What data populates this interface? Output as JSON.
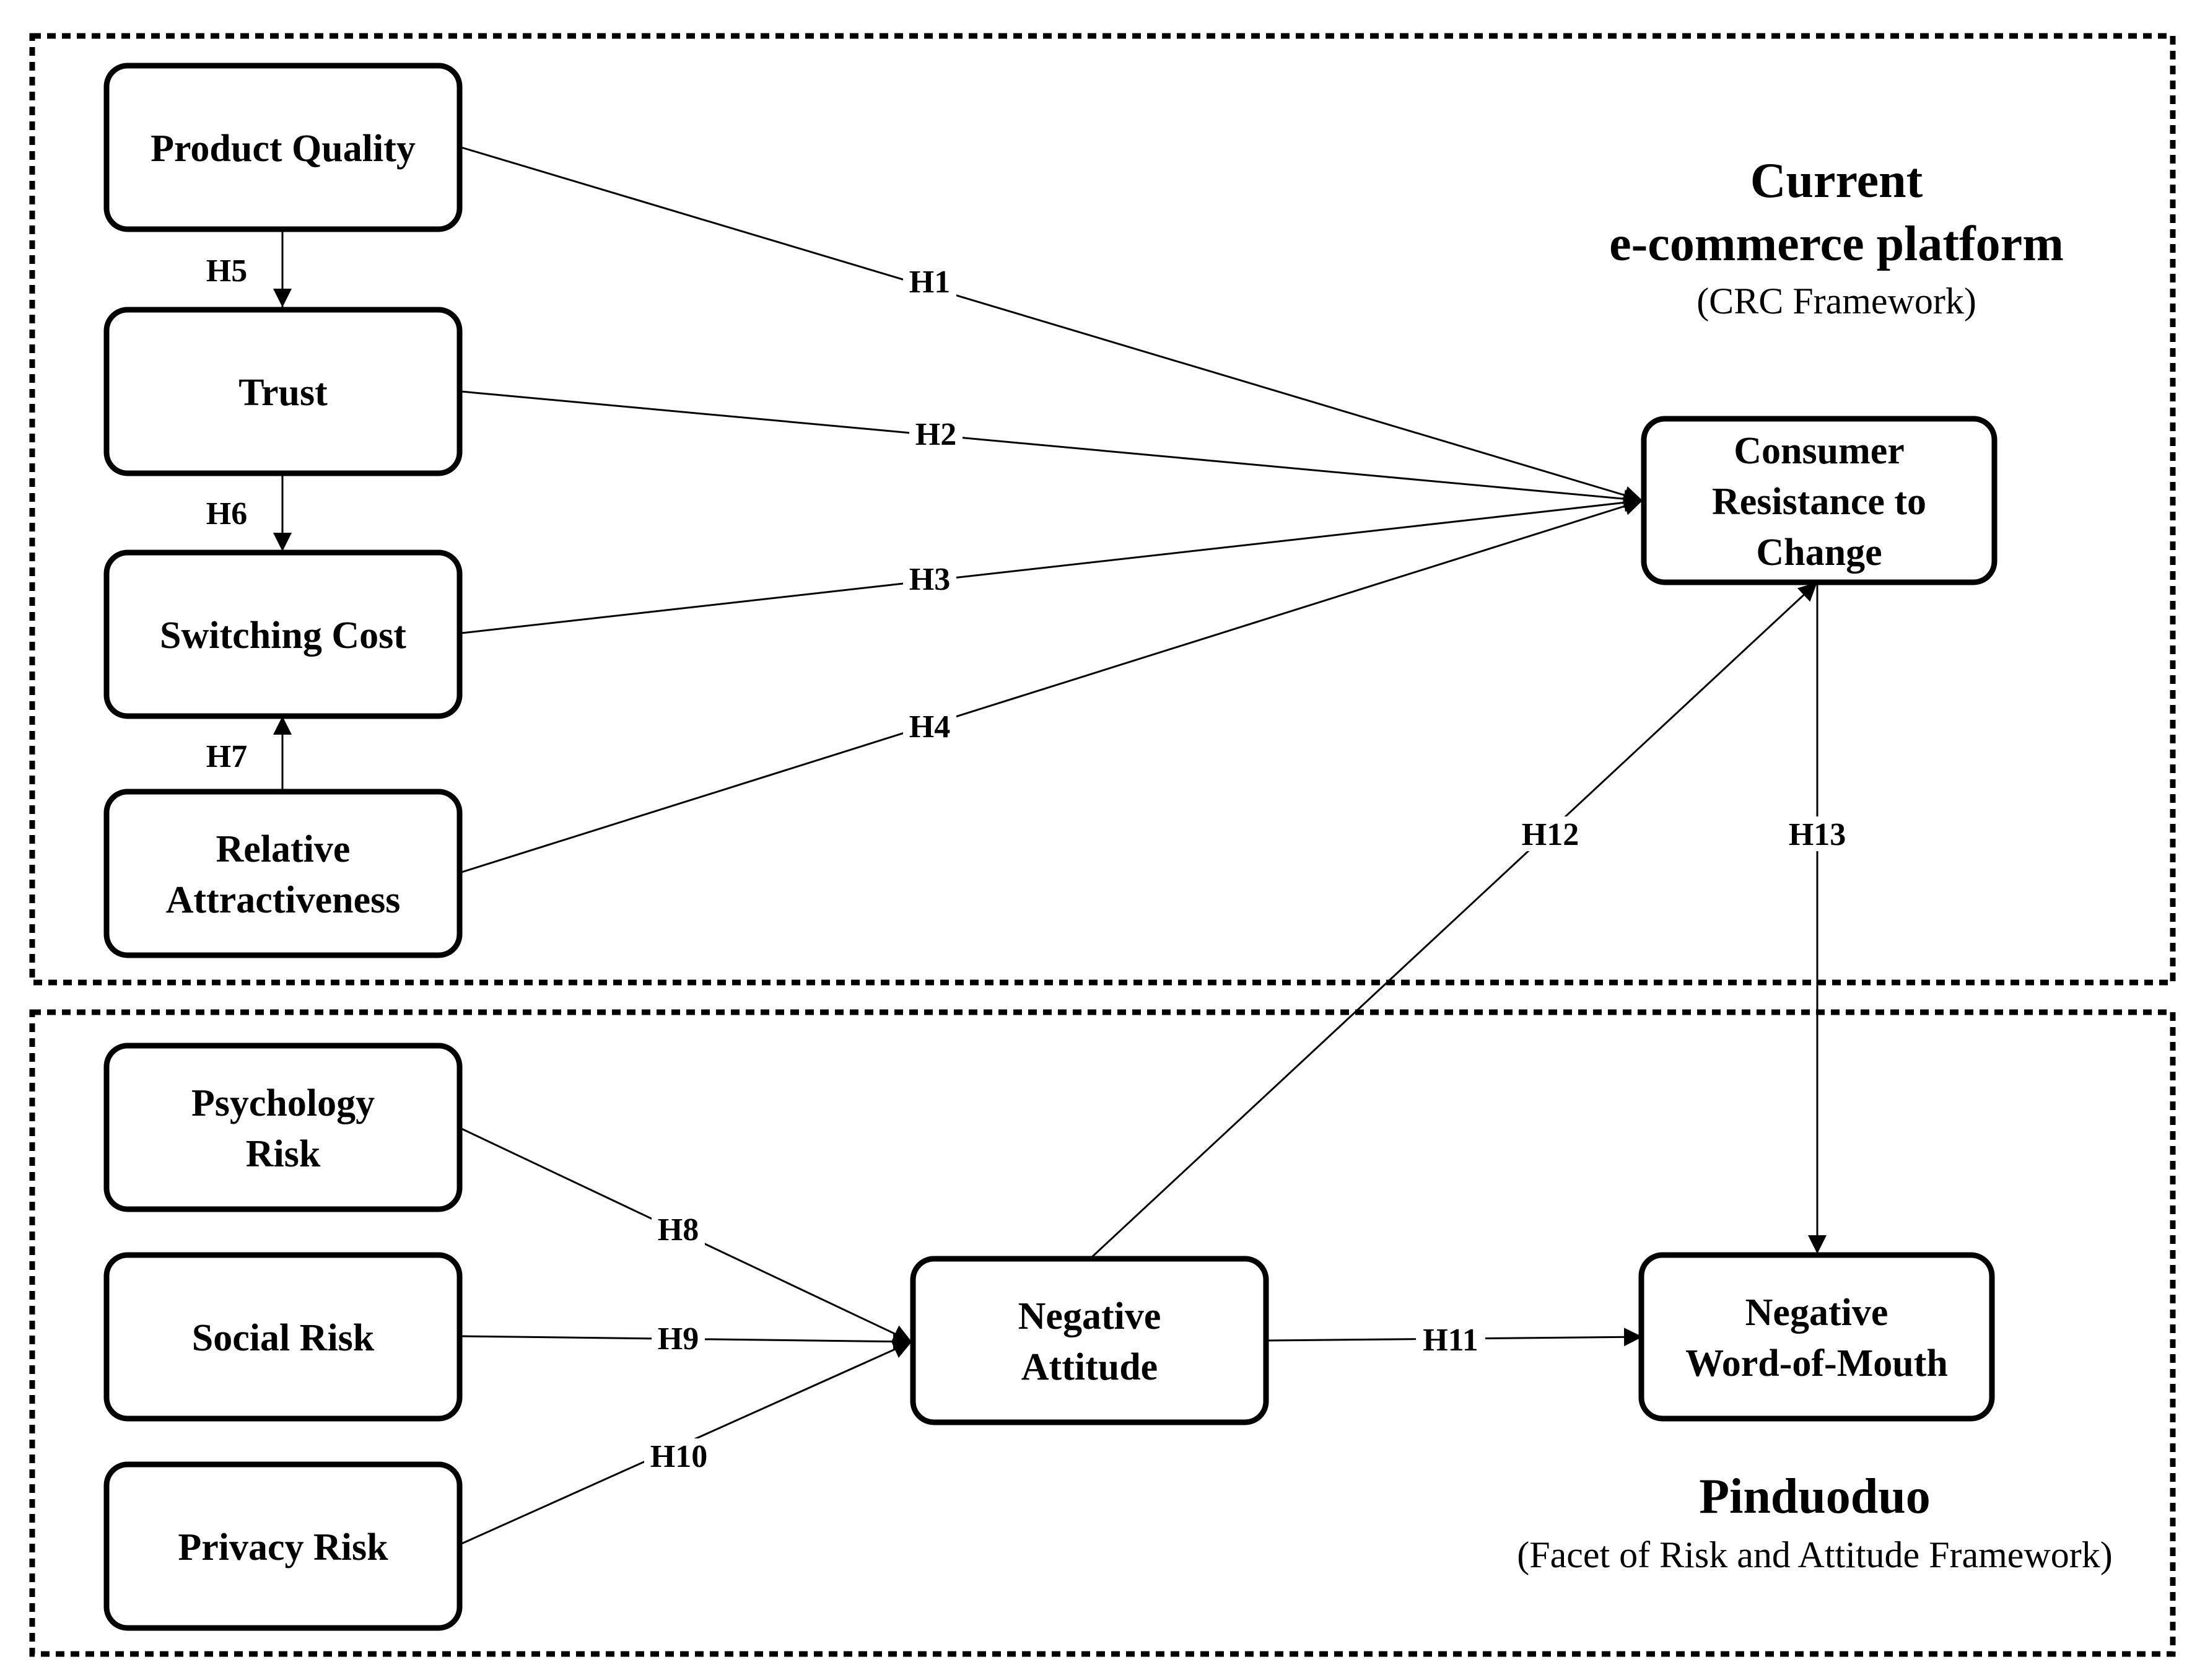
{
  "diagram": {
    "sections": {
      "top": {
        "title_line1": "Current",
        "title_line2": "e-commerce platform",
        "subtitle": "(CRC Framework)"
      },
      "bottom": {
        "title": "Pinduoduo",
        "subtitle": "(Facet of Risk and Attitude Framework)"
      }
    },
    "nodes": {
      "product_quality": [
        "Product Quality"
      ],
      "trust": [
        "Trust"
      ],
      "switching_cost": [
        "Switching Cost"
      ],
      "relative_attractiveness": [
        "Relative",
        "Attractiveness"
      ],
      "crc": [
        "Consumer",
        "Resistance to",
        "Change"
      ],
      "psychology_risk": [
        "Psychology",
        "Risk"
      ],
      "social_risk": [
        "Social Risk"
      ],
      "privacy_risk": [
        "Privacy Risk"
      ],
      "negative_attitude": [
        "Negative",
        "Attitude"
      ],
      "negative_wom": [
        "Negative",
        "Word-of-Mouth"
      ]
    },
    "edges": {
      "h1": "H1",
      "h2": "H2",
      "h3": "H3",
      "h4": "H4",
      "h5": "H5",
      "h6": "H6",
      "h7": "H7",
      "h8": "H8",
      "h9": "H9",
      "h10": "H10",
      "h11": "H11",
      "h12": "H12",
      "h13": "H13"
    }
  }
}
